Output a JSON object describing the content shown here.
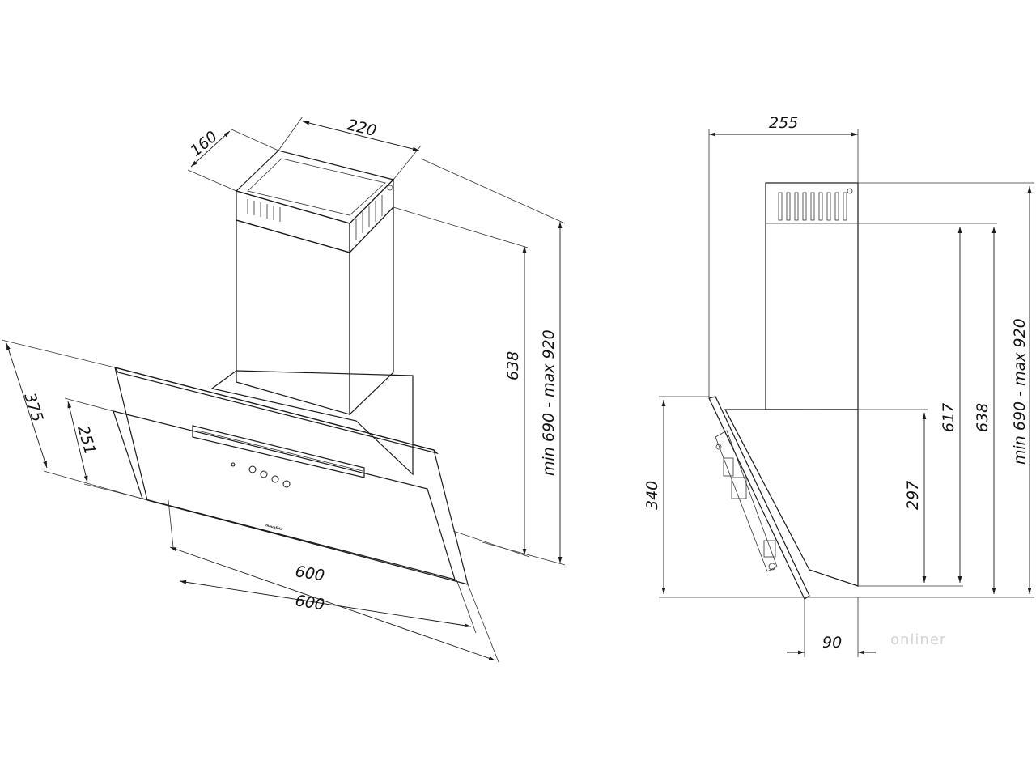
{
  "dimensions": {
    "iso_chimney_depth": "160",
    "iso_chimney_width": "220",
    "iso_panel_depth": "375",
    "iso_glass_depth": "251",
    "iso_glass_width": "600",
    "iso_body_width": "600",
    "iso_chimney_height": "638",
    "iso_total_height": "min 690 - max 920",
    "side_depth": "255",
    "side_body_height": "340",
    "side_lower_height": "297",
    "side_chimney_height": "617",
    "side_chimney_full": "638",
    "side_total_height": "min 690 - max 920",
    "side_offset": "90"
  },
  "brand_mark": "maunfeld",
  "watermark": "onliner"
}
